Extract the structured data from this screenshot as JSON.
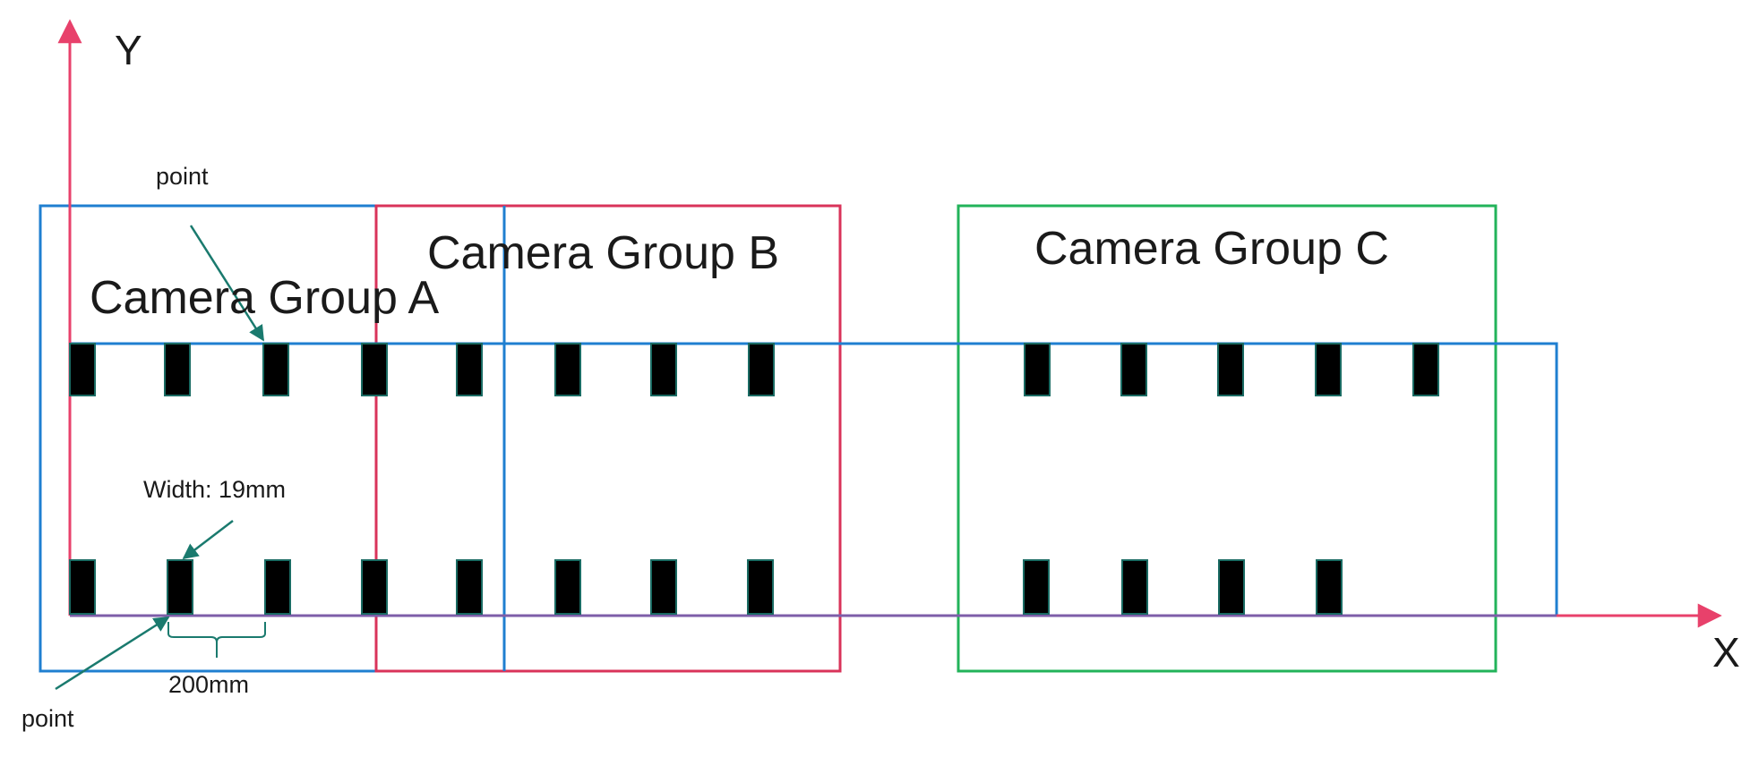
{
  "axes": {
    "x_label": "X",
    "y_label": "Y",
    "x_color": "#e8416b",
    "y_color": "#e8416b",
    "baseline_color": "#7e5ea8"
  },
  "groups": [
    {
      "label": "Camera Group A",
      "color": "#1f7fd0"
    },
    {
      "label": "Camera Group B",
      "color": "#d9335a"
    },
    {
      "label": "Camera Group C",
      "color": "#22b35a"
    }
  ],
  "panel": {
    "color": "#1f7fd0"
  },
  "blocks": {
    "fill": "#000000",
    "stroke": "#1a6b63",
    "top_row_count": 13,
    "bottom_row_count": 12
  },
  "annotations": {
    "point_top": "point",
    "point_bottom": "point",
    "width": "Width: 19mm",
    "spacing": "200mm",
    "arrow_color": "#1a7a6e"
  }
}
